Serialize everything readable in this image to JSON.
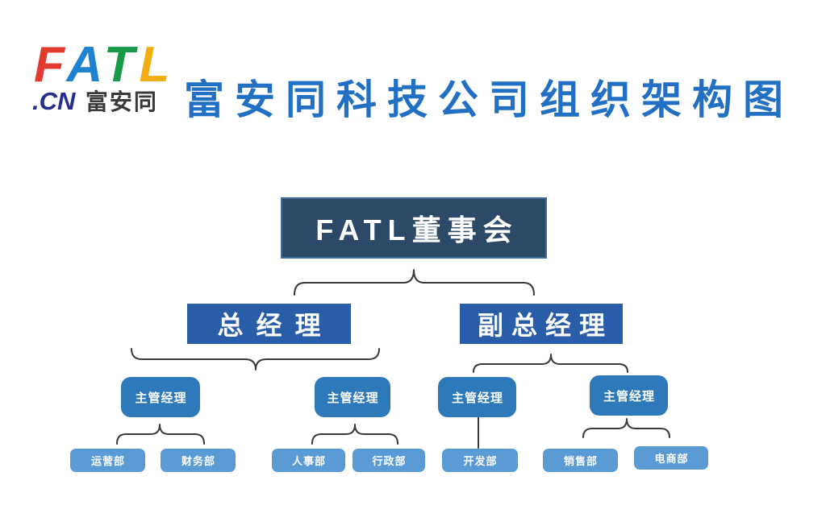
{
  "logo": {
    "letters": [
      {
        "char": "F",
        "color": "#e23a2e"
      },
      {
        "char": "A",
        "color": "#1e82d2"
      },
      {
        "char": "T",
        "color": "#169a47"
      },
      {
        "char": "L",
        "color": "#f2ae0e"
      }
    ],
    "domain": ".CN",
    "domain_color": "#262f8c",
    "brand": "富安同",
    "brand_color": "#3a3a3a"
  },
  "title": {
    "text": "富安同科技公司组织架构图",
    "color": "#2270c4"
  },
  "org": {
    "root": {
      "label": "FATL董事会",
      "fill": "#2c4a68",
      "border": "#3e6d9c"
    },
    "level2": [
      {
        "label": "总经理",
        "fill": "#2a5da8"
      },
      {
        "label": "副总经理",
        "fill": "#2a5da8"
      }
    ],
    "level3": [
      {
        "label": "主管经理",
        "fill": "#2e79b9"
      },
      {
        "label": "主管经理",
        "fill": "#2e79b9"
      },
      {
        "label": "主管经理",
        "fill": "#2e79b9"
      },
      {
        "label": "主管经理",
        "fill": "#2e79b9"
      }
    ],
    "level4": [
      {
        "label": "运营部",
        "fill": "#5b9bd5"
      },
      {
        "label": "财务部",
        "fill": "#5b9bd5"
      },
      {
        "label": "人事部",
        "fill": "#5b9bd5"
      },
      {
        "label": "行政部",
        "fill": "#5b9bd5"
      },
      {
        "label": "开发部",
        "fill": "#5b9bd5"
      },
      {
        "label": "销售部",
        "fill": "#5b9bd5"
      },
      {
        "label": "电商部",
        "fill": "#5b9bd5"
      }
    ],
    "connector_color": "#3a3a3a"
  }
}
